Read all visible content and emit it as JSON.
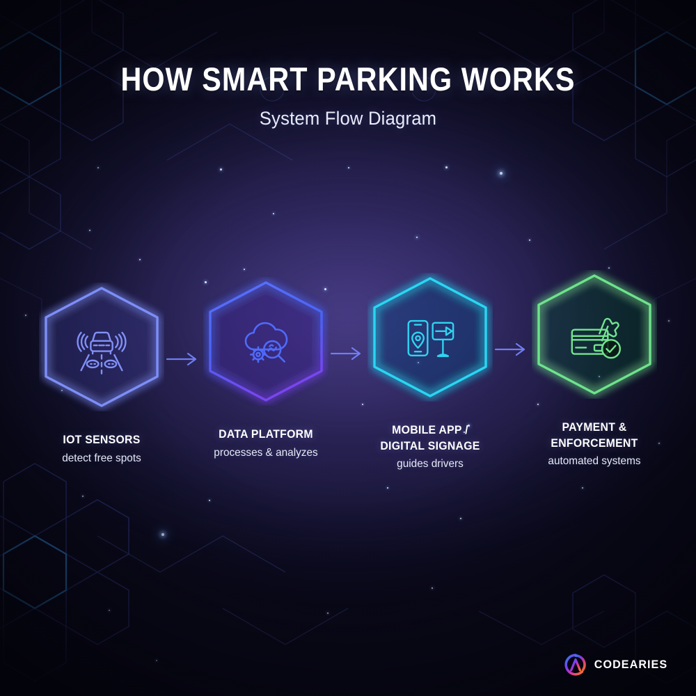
{
  "header": {
    "title": "HOW SMART PARKING WORKS",
    "subtitle": "System Flow Diagram"
  },
  "flow": {
    "steps": [
      {
        "id": "iot-sensors",
        "title": "IOT SENSORS",
        "subtitle": "detect free spots",
        "icon": "car-road-sensor-icon",
        "color": "#7d8ef7",
        "glow": "#5b6bf0"
      },
      {
        "id": "data-platform",
        "title": "DATA PLATFORM",
        "subtitle": "processes & analyzes",
        "icon": "cloud-gear-magnifier-icon",
        "color": "#4a63f7",
        "glow": "#6a3cf0"
      },
      {
        "id": "mobile-app-digital-signage",
        "title": "MOBILE APP /\nDIGITAL SIGNAGE",
        "subtitle": "guides drivers",
        "icon": "phone-pin-signpost-icon",
        "color": "#2cd6f2",
        "glow": "#1fb8e8"
      },
      {
        "id": "payment-enforcement",
        "title": "PAYMENT &\nENFORCEMENT",
        "subtitle": "automated systems",
        "icon": "credit-card-clamp-check-icon",
        "color": "#6ee38c",
        "glow": "#4fd27a"
      }
    ],
    "arrow_color": "#6f7ef0",
    "arrow_count": 3
  },
  "logo": {
    "text": "CODEARIES",
    "mark": "codearies-circle-a-mark",
    "gradient": [
      "#2f7ff0",
      "#7b3df0",
      "#e0349e",
      "#f5712e"
    ]
  },
  "palette": {
    "background_deep": "#0b0a1c",
    "background_mid": "#241f4c",
    "hex_pattern": "#2b3270",
    "hex_pattern_accent": "#2b7fc4",
    "text_primary": "#ffffff",
    "text_secondary": "#e6e9f7"
  },
  "background": {
    "pattern": "hexagon-mesh",
    "stars": 34
  }
}
